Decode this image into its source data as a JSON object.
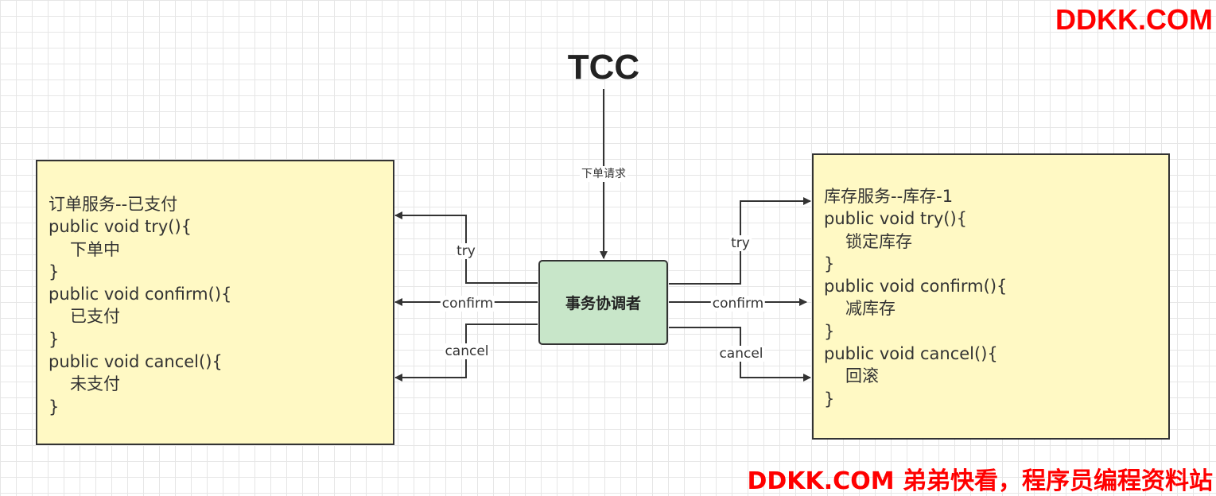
{
  "watermark_top": "DDKK.COM",
  "watermark_bottom": "DDKK.COM 弟弟快看，程序员编程资料站",
  "title": "TCC",
  "request_label": "下单请求",
  "coordinator": "事务协调者",
  "edge_labels": {
    "left_try": "try",
    "left_confirm": "confirm",
    "left_cancel": "cancel",
    "right_try": "try",
    "right_confirm": "confirm",
    "right_cancel": "cancel"
  },
  "order_service": {
    "lines": [
      "订单服务--已支付",
      "public void try(){",
      "下单中",
      "}",
      "public void confirm(){",
      "已支付",
      "}",
      "public void cancel(){",
      "未支付",
      "}"
    ]
  },
  "inventory_service": {
    "lines": [
      "库存服务--库存-1",
      "public void try(){",
      "锁定库存",
      "}",
      "public void confirm(){",
      "减库存",
      "}",
      "public void cancel(){",
      "回滚",
      "}"
    ]
  },
  "colors": {
    "box_fill": "#fff9c4",
    "coordinator_fill": "#c8e6c9",
    "watermark": "#ff0000",
    "stroke": "#333333"
  }
}
